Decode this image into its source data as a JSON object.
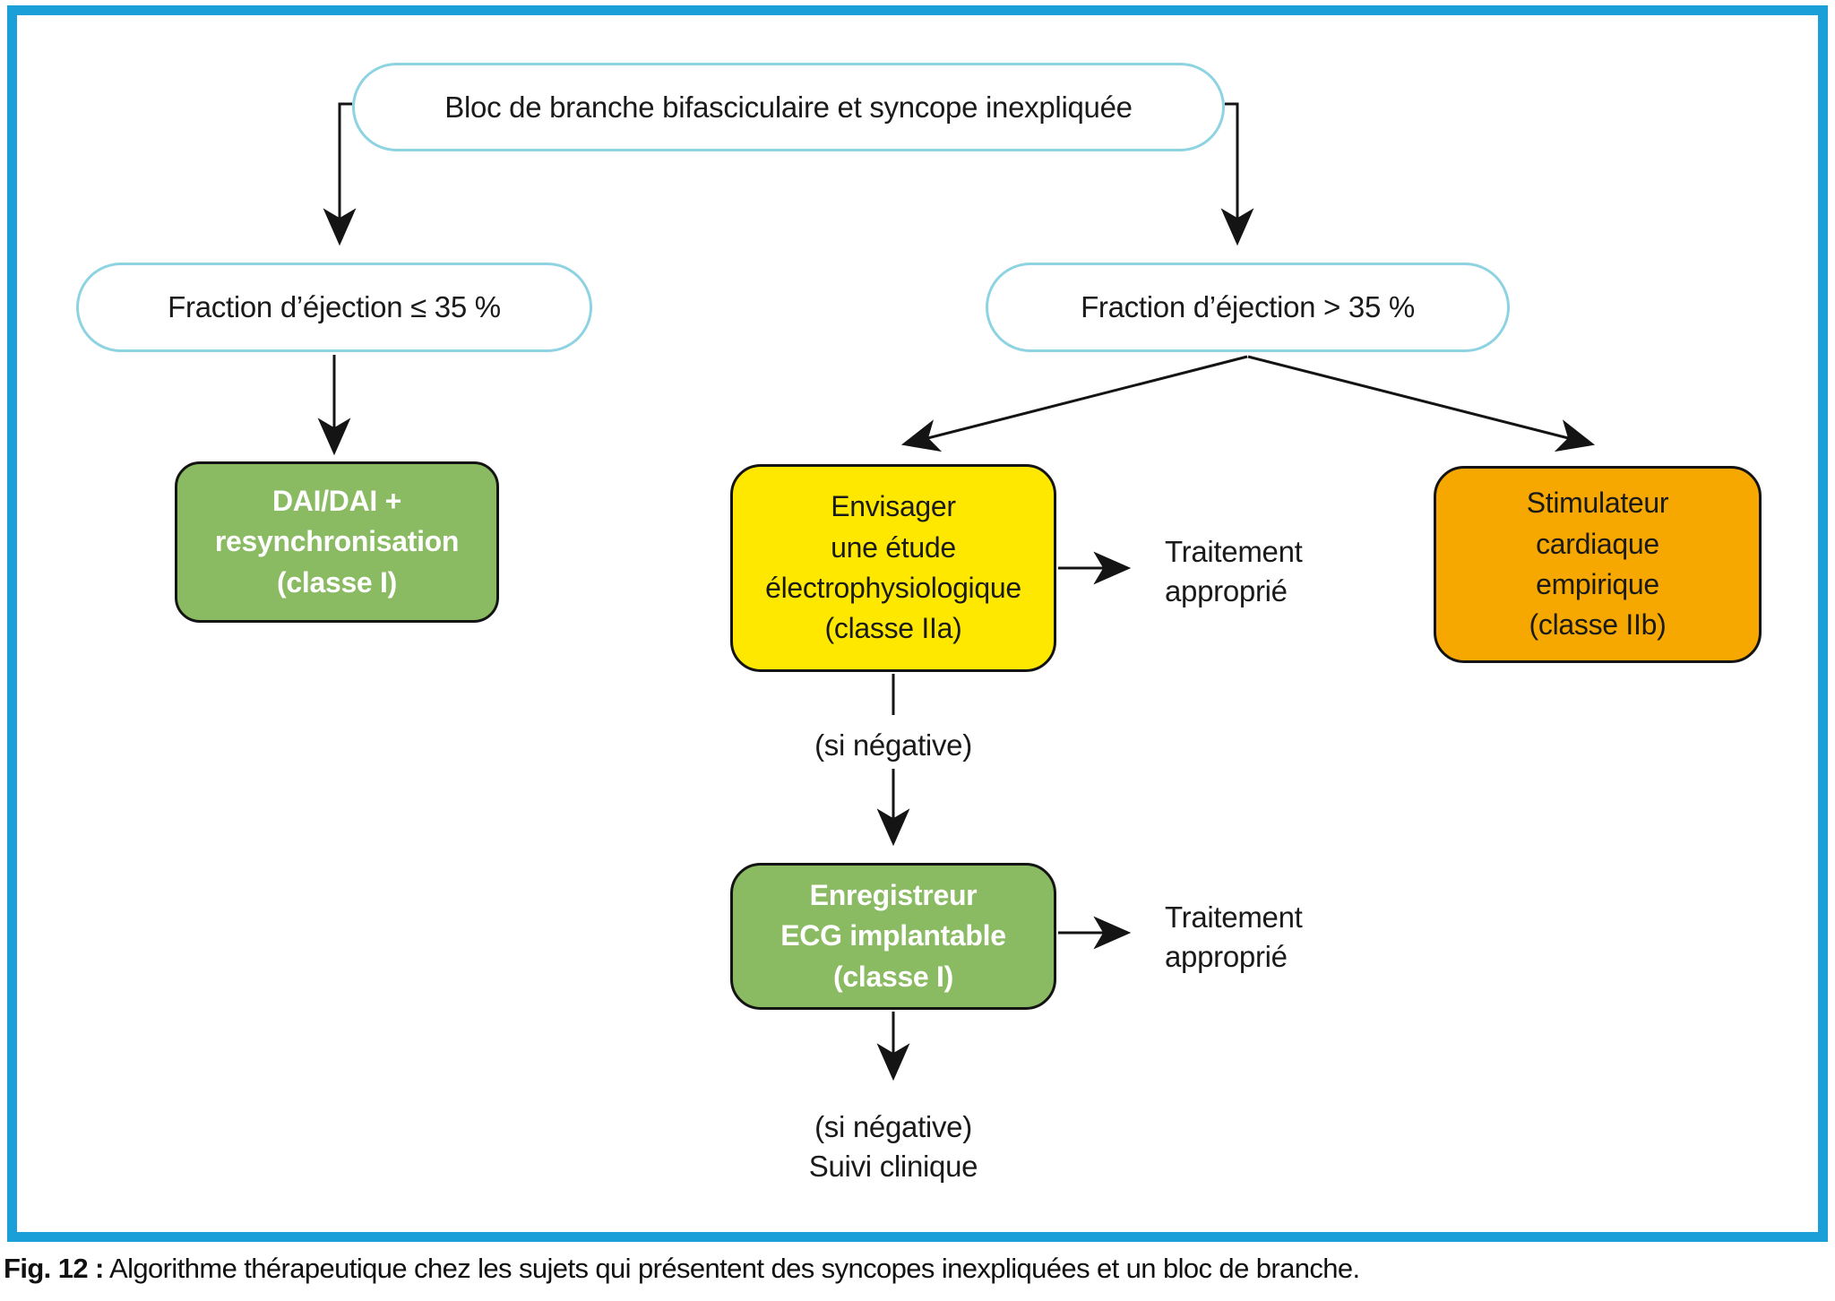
{
  "figure": {
    "caption_label": "Fig. 12 :",
    "caption_text": " Algorithme thérapeutique chez les sujets qui présentent des syncopes inexpliquées et un bloc de branche."
  },
  "flowchart": {
    "nodes": {
      "root": {
        "label": "Bloc de branche bifasciculaire et syncope inexpliquée",
        "type": "condition"
      },
      "ef_low": {
        "label": "Fraction d’éjection ≤ 35 %",
        "type": "condition"
      },
      "ef_high": {
        "label": "Fraction d’éjection > 35 %",
        "type": "condition"
      },
      "dai": {
        "label": "DAI/DAI +\nresynchronisation\n(classe I)",
        "color": "#8aba62"
      },
      "eps": {
        "label": "Envisager\nune étude\nélectrophysiologique\n(classe IIa)",
        "color": "#ffe800"
      },
      "pacemaker": {
        "label": "Stimulateur\ncardiaque\nempirique\n(classe IIb)",
        "color": "#f6a800"
      },
      "ilr": {
        "label": "Enregistreur\nECG implantable\n(classe I)",
        "color": "#8aba62"
      },
      "treatment_after_eps": {
        "label": "Traitement\napproprié"
      },
      "treatment_after_ilr": {
        "label": "Traitement\napproprié"
      },
      "if_negative_eps": {
        "label": "(si négative)"
      },
      "if_negative_ilr": {
        "label": "(si négative)\nSuivi clinique"
      }
    },
    "edges": [
      {
        "from": "root",
        "to": "ef_low"
      },
      {
        "from": "root",
        "to": "ef_high"
      },
      {
        "from": "ef_low",
        "to": "dai"
      },
      {
        "from": "ef_high",
        "to": "eps"
      },
      {
        "from": "ef_high",
        "to": "pacemaker"
      },
      {
        "from": "eps",
        "to": "treatment_after_eps"
      },
      {
        "from": "eps",
        "to": "ilr",
        "label": "(si négative)"
      },
      {
        "from": "ilr",
        "to": "treatment_after_ilr"
      },
      {
        "from": "ilr",
        "to": "if_negative_ilr",
        "label": "(si négative)"
      }
    ],
    "colors": {
      "frame_border": "#1b9fd9",
      "condition_border": "#8ed3e2",
      "green": "#8aba62",
      "yellow": "#ffe800",
      "orange": "#f6a800",
      "arrow": "#141414"
    }
  }
}
